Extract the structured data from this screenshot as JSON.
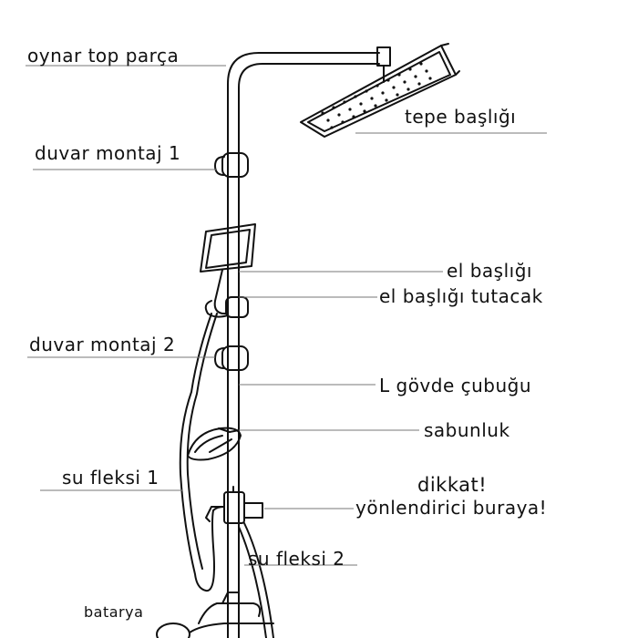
{
  "labels": {
    "oynar_top_parca": "oynar top parça",
    "tepe_basligi": "tepe başlığı",
    "duvar_montaj_1": "duvar montaj 1",
    "el_basligi": "el başlığı",
    "el_basligi_tutacak": "el başlığı tutacak",
    "duvar_montaj_2": "duvar montaj 2",
    "l_govde_cubugu": "L gövde çubuğu",
    "sabunluk": "sabunluk",
    "su_fleksi_1": "su fleksi 1",
    "dikkat": "dikkat!",
    "yonlendirici_buraya": "yönlendirici buraya!",
    "su_fleksi_2": "su fleksi 2",
    "batarya": "batarya"
  }
}
